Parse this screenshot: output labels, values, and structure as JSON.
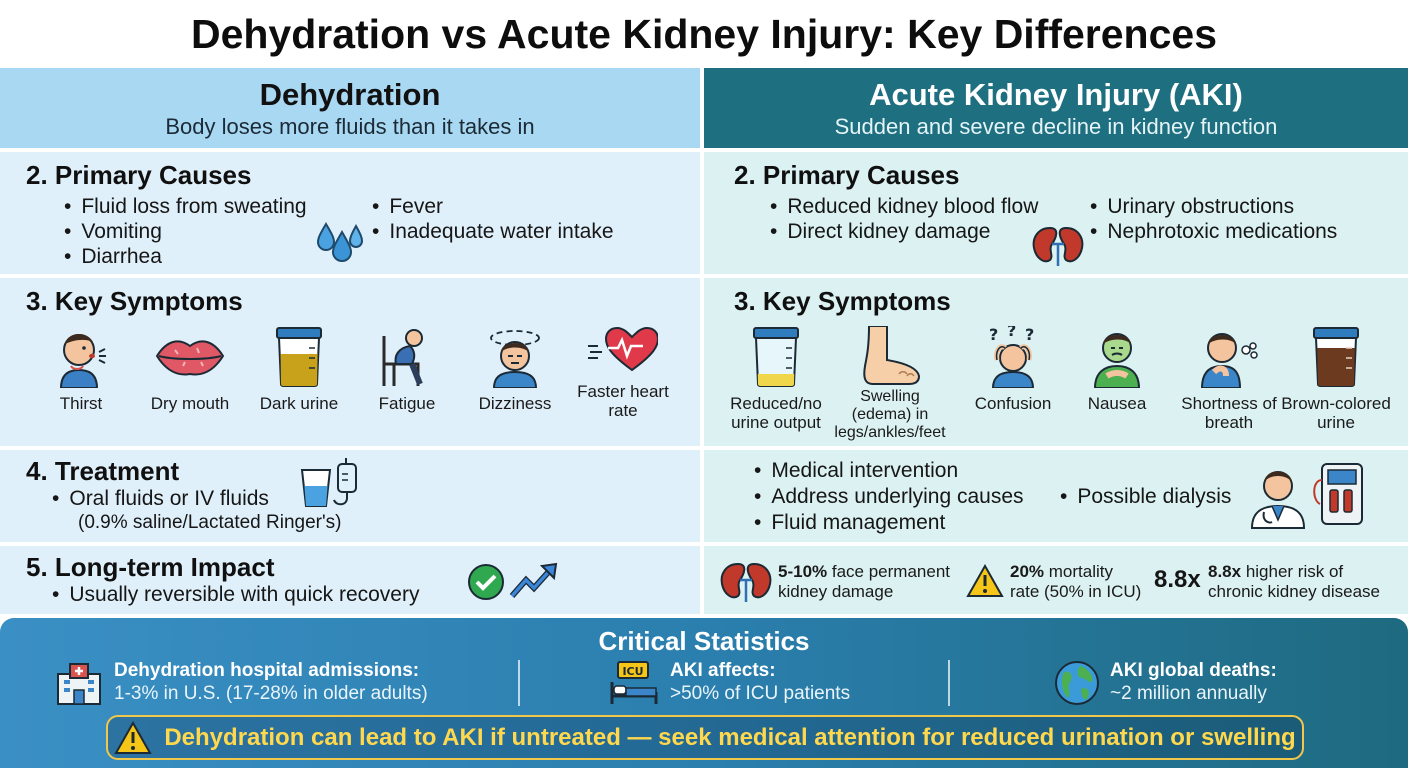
{
  "title": "Dehydration vs Acute Kidney Injury: Key Differences",
  "left": {
    "heading": "Dehydration",
    "subheading": "Body loses more fluids than it takes in",
    "causes": {
      "title": "2. Primary Causes",
      "col1": [
        "Fluid loss from sweating",
        "Vomiting",
        "Diarrhea"
      ],
      "col2": [
        "Fever",
        "Inadequate water intake"
      ],
      "icon": "water-drops-icon"
    },
    "symptoms": {
      "title": "3. Key Symptoms",
      "items": [
        {
          "label": "Thirst",
          "icon": "thirst-icon"
        },
        {
          "label": "Dry mouth",
          "icon": "dry-mouth-icon"
        },
        {
          "label": "Dark urine",
          "icon": "dark-urine-icon"
        },
        {
          "label": "Fatigue",
          "icon": "fatigue-icon"
        },
        {
          "label": "Dizziness",
          "icon": "dizziness-icon"
        },
        {
          "label": "Faster heart rate",
          "icon": "heart-rate-icon"
        }
      ]
    },
    "treatment": {
      "title": "4. Treatment",
      "line1": "Oral fluids or IV fluids",
      "line2": "(0.9% saline/Lactated Ringer's)",
      "icon": "iv-fluids-icon"
    },
    "impact": {
      "title": "5. Long-term Impact",
      "line": "Usually reversible with quick recovery",
      "icon": "recovery-trend-icon"
    }
  },
  "right": {
    "heading": "Acute Kidney Injury (AKI)",
    "subheading": "Sudden and severe decline in kidney function",
    "causes": {
      "title": "2. Primary Causes",
      "col1": [
        "Reduced kidney blood flow",
        "Direct kidney damage"
      ],
      "col2": [
        "Urinary obstructions",
        "Nephrotoxic medications"
      ],
      "icon": "kidneys-icon"
    },
    "symptoms": {
      "title": "3. Key Symptoms",
      "items": [
        {
          "label": "Reduced/no urine output",
          "icon": "low-urine-icon"
        },
        {
          "label": "Swelling (edema) in legs/ankles/feet",
          "icon": "swollen-foot-icon"
        },
        {
          "label": "Confusion",
          "icon": "confusion-icon"
        },
        {
          "label": "Nausea",
          "icon": "nausea-icon"
        },
        {
          "label": "Shortness of breath",
          "icon": "breath-icon"
        },
        {
          "label": "Brown-colored urine",
          "icon": "brown-urine-icon"
        }
      ]
    },
    "treatment": {
      "col1": [
        "Medical intervention",
        "Address underlying causes",
        "Fluid management"
      ],
      "col2": [
        "Possible dialysis"
      ],
      "icon": "doctor-dialysis-icon"
    },
    "impact": {
      "s1_bold": "5-10%",
      "s1_rest": " face permanent",
      "s1_line2": "kidney damage",
      "s2_bold": "20%",
      "s2_rest": " mortality",
      "s2_line2": "rate (50% in ICU)",
      "s3_big": "8.8x",
      "s3_bold": "8.8x",
      "s3_rest": " higher risk of",
      "s3_line2": "chronic kidney disease"
    }
  },
  "critical": {
    "title": "Critical Statistics",
    "stats": [
      {
        "head": "Dehydration hospital admissions:",
        "value": "1-3% in U.S. (17-28% in older adults)",
        "icon": "hospital-icon"
      },
      {
        "head": "AKI affects:",
        "value": ">50% of ICU patients",
        "icon": "icu-bed-icon"
      },
      {
        "head": "AKI global deaths:",
        "value": "~2 million annually",
        "icon": "globe-icon"
      }
    ],
    "icu_tag": "ICU",
    "warning": "Dehydration can lead to AKI if untreated — seek medical attention for reduced urination or swelling"
  },
  "colors": {
    "left_header": "#a9d8f3",
    "right_header": "#1e6f80",
    "left_panel": "#e0f0fa",
    "right_panel": "#dcf1f2",
    "warning_text": "#ffd84d"
  }
}
